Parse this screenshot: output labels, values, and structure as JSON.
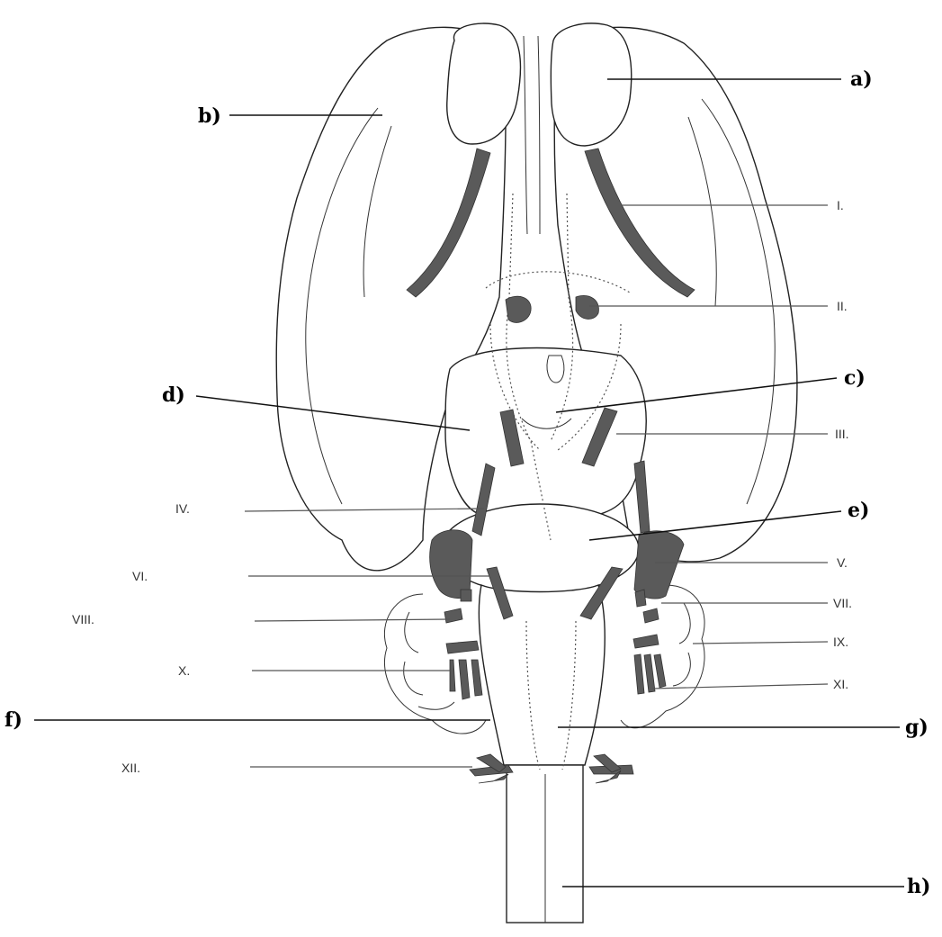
{
  "labels": {
    "a": "a)",
    "b": "b)",
    "c": "c)",
    "d": "d)",
    "e": "e)",
    "f": "f)",
    "g": "g)",
    "h": "h)",
    "n1": "I.",
    "n2": "II.",
    "n3": "III.",
    "n4": "IV.",
    "n5": "V.",
    "n6": "VI.",
    "n7": "VII.",
    "n8": "VIII.",
    "n9": "IX.",
    "n10": "X.",
    "n11": "XI.",
    "n12": "XII."
  }
}
